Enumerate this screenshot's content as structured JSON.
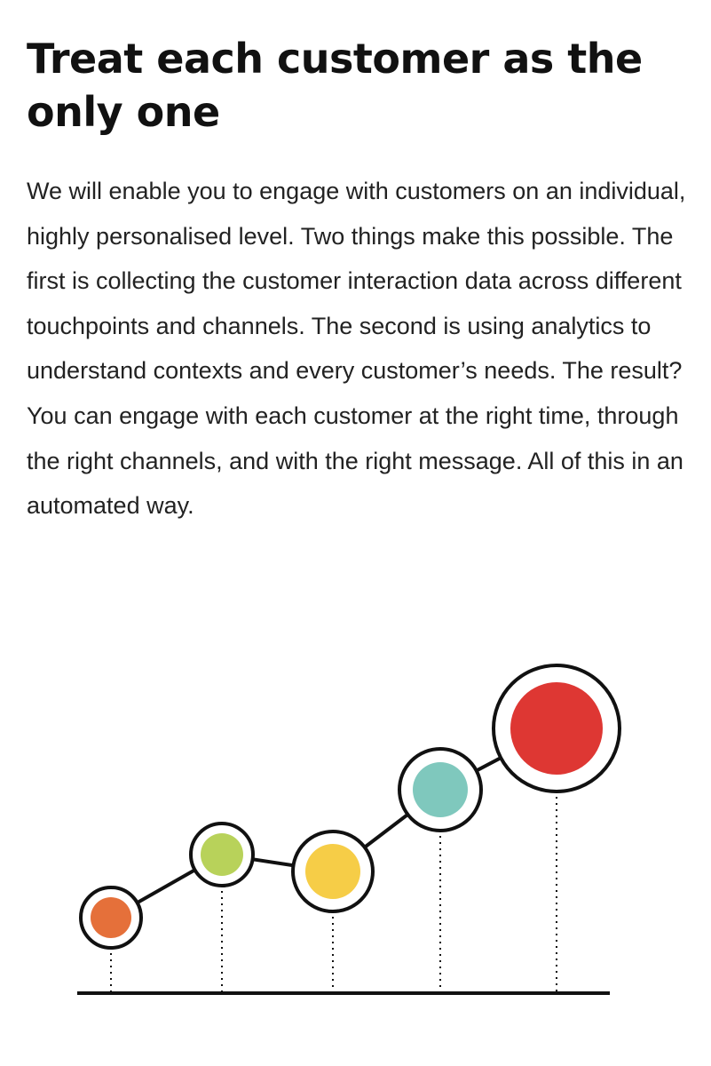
{
  "section": {
    "title": "Treat each customer as the only one",
    "body": "We will enable you to engage with customers on an individual, highly personalised level. Two things make this possible. The first is collecting the customer interaction data across different touchpoints and channels. The second is using analytics to understand contexts and every customer’s needs. The result? You can engage with each customer at the right time, through the right channels, and with the right message. All of this in an automated way."
  },
  "illustration": {
    "icon": "growth-steps-illustration",
    "steps": [
      {
        "level": 1,
        "color": "#e5703a"
      },
      {
        "level": 2,
        "color": "#b8d25a"
      },
      {
        "level": 3,
        "color": "#f6cd47"
      },
      {
        "level": 4,
        "color": "#7fc8bd"
      },
      {
        "level": 5,
        "color": "#de3733"
      }
    ],
    "stroke_color": "#111111"
  }
}
